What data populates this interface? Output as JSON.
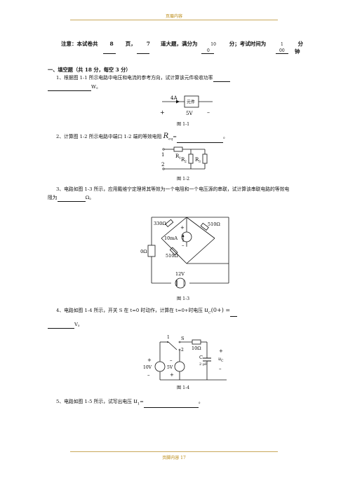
{
  "header": {
    "text": "页眉内容"
  },
  "footer": {
    "text": "页脚内容 17"
  },
  "notice": {
    "label1": "注意：本试卷共",
    "pages": "8",
    "label2": "页，",
    "questions": "7",
    "label3": "道大题，满分为",
    "score_sup": "10",
    "score_sub": "0",
    "label4": "分；考试时间为",
    "time_sup": "1",
    "time_sub": "00",
    "label5": "分",
    "label6": "钟"
  },
  "section1": {
    "title": "一、填空题（共 18 分，每空 3 分）"
  },
  "q1": {
    "text": "1、根据图 1-1 所示电路中电压和电流的参考方向，试计算该元件吸收功率",
    "unit": "W。",
    "fig": {
      "current": "4A",
      "element": "元件",
      "voltage": "5V",
      "plus": "+",
      "minus": "–"
    },
    "caption": "图 1-1"
  },
  "q2": {
    "text": "2、计算图 1-2 所示电路中端口 1-2 端的等效电阻",
    "req": "R",
    "req_sub": "eq",
    "eq": "=",
    "end": "。",
    "fig": {
      "t1": "1",
      "t2": "2",
      "r1": "R",
      "r1s": "1",
      "r2": "R",
      "r2s": "2",
      "r3": "R",
      "r3s": "3"
    },
    "caption": "图 1-2"
  },
  "q3": {
    "line1": "3、电路如图 1-3 所示，应用戴维宁定理将其等效为一个电阻和一个电压源的串联，试计算该串联电路的等效电",
    "line2a": "阻为",
    "line2b": "Ω。",
    "fig": {
      "r330": "330Ω",
      "r510a": "510Ω",
      "cs": "10mA",
      "r510b": "510Ω",
      "r10": "10Ω",
      "v12": "12V",
      "plus": "+",
      "minus": "–"
    },
    "caption": "图 1-3"
  },
  "q4": {
    "text": "4、电路如图 1-4 所示，开关 S 在 t=0 时动作，计算在 t=0+时电压",
    "uc": "u",
    "uc_sub": "C",
    "expr": "(0+) =",
    "unit": "V。",
    "fig": {
      "p1": "1",
      "p2": "2",
      "s": "S",
      "r10": "10Ω",
      "c": "C",
      "cval": "2 μF",
      "uc": "u",
      "ucs": "C",
      "v10": "10V",
      "v5": "5V",
      "plus": "+",
      "minus": "–"
    },
    "caption": "图 1-4"
  },
  "q5": {
    "text": "5、电路如图 1-5 所示，试写出电压",
    "u": "u",
    "u_sub": "1",
    "eq": "=",
    "end": "。"
  }
}
